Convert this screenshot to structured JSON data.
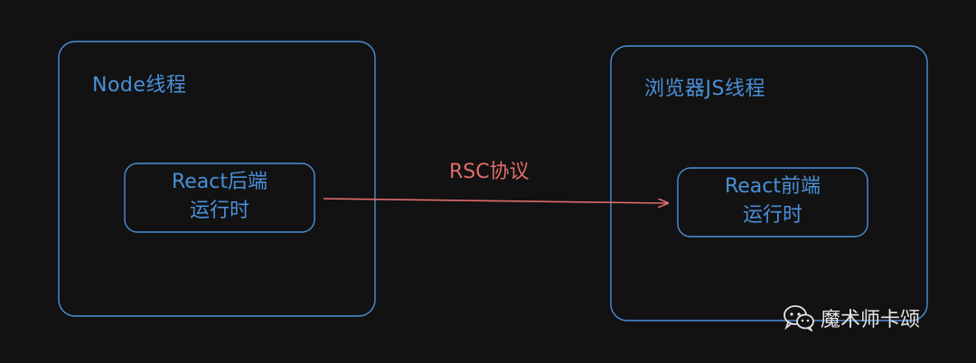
{
  "colors": {
    "background": "#121212",
    "box_stroke": "#4a90d9",
    "arrow": "#e06c6c",
    "watermark": "#e6e6e6"
  },
  "left_box": {
    "title": "Node线程",
    "inner": "React后端\n运行时"
  },
  "right_box": {
    "title": "浏览器JS线程",
    "inner": "React前端\n运行时"
  },
  "arrow": {
    "label": "RSC协议"
  },
  "watermark": {
    "icon": "wechat-icon",
    "text": "魔术师卡颂"
  }
}
